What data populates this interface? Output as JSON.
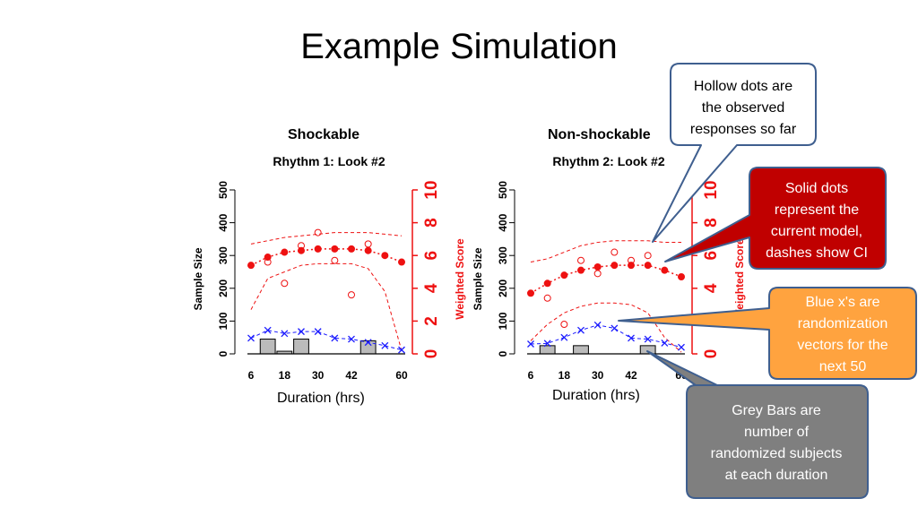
{
  "slide": {
    "title": "Example Simulation"
  },
  "panels": [
    {
      "heading": "Shockable",
      "xcaption": "Duration (hrs)"
    },
    {
      "heading": "Non-shockable",
      "xcaption": "Duration (hrs)"
    }
  ],
  "callouts": {
    "hollow": {
      "lines": [
        "Hollow dots are",
        "the observed",
        "responses so far"
      ],
      "fill": "#ffffff",
      "stroke": "#3f5f8f"
    },
    "solid": {
      "lines": [
        "Solid dots",
        "represent the",
        "current model,",
        "dashes show CI"
      ],
      "fill": "#c00000",
      "stroke": "#3f5f8f",
      "text_color": "#ffffff"
    },
    "blue": {
      "lines": [
        "Blue x's are",
        "randomization",
        "vectors for the",
        "next 50"
      ],
      "fill": "#ffa33f",
      "stroke": "#3f5f8f",
      "text_color": "#ffffff"
    },
    "grey": {
      "lines": [
        "Grey Bars are",
        "number of",
        "randomized subjects",
        "at each duration"
      ],
      "fill": "#7f7f7f",
      "stroke": "#3f5f8f",
      "text_color": "#ffffff"
    }
  },
  "chart_data": [
    {
      "type": "bar",
      "title": "Rhythm 1: Look #2",
      "xlabel": "",
      "ylabel": "Sample Size",
      "y2label": "Weighted Score",
      "x_ticks": [
        6,
        18,
        30,
        42,
        60
      ],
      "ylim": [
        0,
        500
      ],
      "y_ticks": [
        0,
        100,
        200,
        300,
        400,
        500
      ],
      "y2lim": [
        0,
        10
      ],
      "y2_ticks": [
        0,
        2,
        4,
        6,
        8,
        10
      ],
      "x": [
        6,
        12,
        18,
        24,
        30,
        36,
        42,
        48,
        54,
        60
      ],
      "bars": [
        0,
        45,
        8,
        45,
        0,
        0,
        0,
        40,
        0,
        0
      ],
      "blue_x": [
        48,
        72,
        62,
        68,
        68,
        48,
        45,
        35,
        25,
        12
      ],
      "solid_dots": [
        5.4,
        5.9,
        6.2,
        6.3,
        6.4,
        6.4,
        6.4,
        6.3,
        6.0,
        5.6
      ],
      "hollow_dots": [
        null,
        5.6,
        4.3,
        6.6,
        7.4,
        5.7,
        3.6,
        6.7,
        null,
        null
      ],
      "ci_upper": [
        6.7,
        6.9,
        7.1,
        7.2,
        7.3,
        7.4,
        7.4,
        7.4,
        7.3,
        7.2
      ],
      "ci_lower": [
        2.7,
        4.6,
        5.0,
        5.4,
        5.5,
        5.5,
        5.5,
        5.2,
        3.8,
        0.2
      ],
      "colors": {
        "bars": "#bbbbbb",
        "blue": "#1a1aff",
        "red": "#ee1111"
      }
    },
    {
      "type": "bar",
      "title": "Rhythm 2: Look #2",
      "xlabel": "",
      "ylabel": "Sample Size",
      "y2label": "Weighted Score",
      "x_ticks": [
        6,
        18,
        30,
        42,
        60
      ],
      "ylim": [
        0,
        500
      ],
      "y_ticks": [
        0,
        100,
        200,
        300,
        400,
        500
      ],
      "y2lim": [
        0,
        10
      ],
      "y2_ticks": [
        0,
        2,
        4,
        6,
        8,
        10
      ],
      "x": [
        6,
        12,
        18,
        24,
        30,
        36,
        42,
        48,
        54,
        60
      ],
      "bars": [
        0,
        25,
        0,
        25,
        0,
        0,
        0,
        25,
        0,
        0
      ],
      "blue_x": [
        30,
        32,
        50,
        72,
        88,
        78,
        48,
        45,
        33,
        20
      ],
      "solid_dots": [
        3.7,
        4.3,
        4.8,
        5.1,
        5.3,
        5.4,
        5.4,
        5.4,
        5.1,
        4.7
      ],
      "hollow_dots": [
        null,
        3.4,
        1.8,
        5.7,
        4.9,
        6.2,
        5.7,
        6.0,
        null,
        null
      ],
      "ci_upper": [
        5.6,
        5.8,
        6.2,
        6.6,
        6.8,
        6.9,
        6.9,
        6.9,
        6.8,
        6.8
      ],
      "ci_lower": [
        0.8,
        1.8,
        2.5,
        2.9,
        3.1,
        3.1,
        3.0,
        2.5,
        1.0,
        0.1
      ],
      "colors": {
        "bars": "#bbbbbb",
        "blue": "#1a1aff",
        "red": "#ee1111"
      }
    }
  ]
}
